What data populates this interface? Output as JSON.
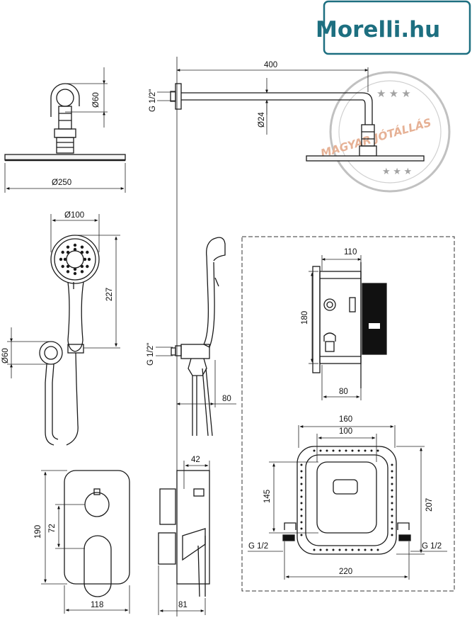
{
  "logo": {
    "text": "Morelli.hu",
    "color": "#1d6f80"
  },
  "stamp": {
    "text": "MAGYAR JÓTÁLLÁS",
    "color": "#e4a98a",
    "stars_top": "★ ★ ★",
    "stars_bottom": "★ ★ ★"
  },
  "dimensions": {
    "head_arm_diameter": "Ø60",
    "head_diameter": "Ø250",
    "arm_length": "400",
    "arm_thread": "G 1/2\"",
    "arm_pipe_diameter": "Ø24",
    "hand_diameter": "Ø100",
    "hand_length": "227",
    "holder_diameter": "Ø60",
    "holder_thread": "G 1/2\"",
    "holder_depth": "80",
    "box_width": "110",
    "box_height": "180",
    "box_depth": "80",
    "box_outer_width": "160",
    "box_inner_width": "100",
    "box_inner_height": "145",
    "box_outer_height": "207",
    "box_thread_left": "G 1/2",
    "box_thread_right": "G 1/2",
    "box_total_width": "220",
    "plate_height": "190",
    "knob_offset": "72",
    "plate_width": "118",
    "plate_depth_top": "42",
    "plate_depth_total": "81"
  },
  "colors": {
    "line": "#1a1a1a",
    "dim_line": "#222222"
  }
}
